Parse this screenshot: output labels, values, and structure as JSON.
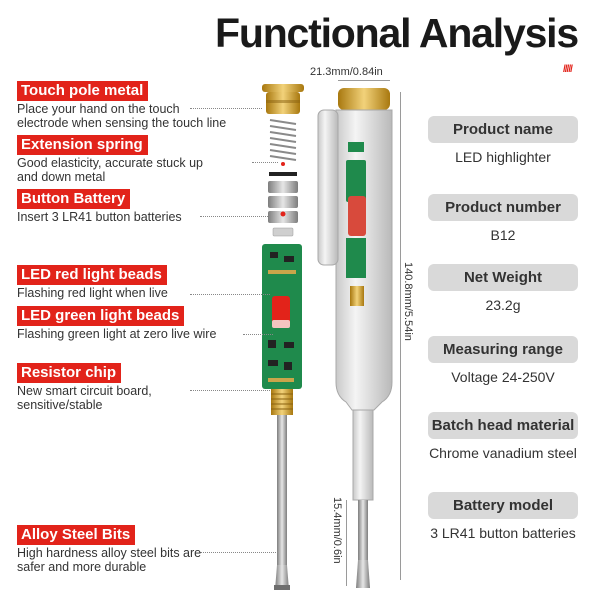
{
  "title": "Functional Analysis",
  "title_decoration": "/////",
  "parts": [
    {
      "label": "Touch pole metal",
      "desc": "Place your hand on the touch\nelectrode when sensing the touch line"
    },
    {
      "label": "Extension spring",
      "desc": "Good elasticity, accurate stuck up\nand down metal"
    },
    {
      "label": "Button Battery",
      "desc": "Insert 3 LR41 button batteries"
    },
    {
      "label": "LED red light beads",
      "desc": "Flashing red light when live"
    },
    {
      "label": "LED green light beads",
      "desc": "Flashing green light at zero live wire"
    },
    {
      "label": "Resistor chip",
      "desc": "New smart circuit board,\nsensitive/stable"
    },
    {
      "label": "Alloy Steel Bits",
      "desc": "High hardness alloy steel bits are\nsafer and more durable"
    }
  ],
  "specs": [
    {
      "name": "Product name",
      "value": "LED highlighter"
    },
    {
      "name": "Product number",
      "value": "B12"
    },
    {
      "name": "Net Weight",
      "value": "23.2g"
    },
    {
      "name": "Measuring range",
      "value": "Voltage 24-250V"
    },
    {
      "name": "Batch head material",
      "value": "Chrome vanadium steel"
    },
    {
      "name": "Battery model",
      "value": "3 LR41 button batteries"
    }
  ],
  "dimensions": {
    "width": "21.3mm/0.84in",
    "length": "140.8mm/5.54in",
    "tip": "15.4mm/0.6in"
  },
  "colors": {
    "accent_red": "#e2231a",
    "pill_gray": "#d9d9d9",
    "gold": "#d4a017",
    "pcb_green": "#1f8a4c"
  }
}
